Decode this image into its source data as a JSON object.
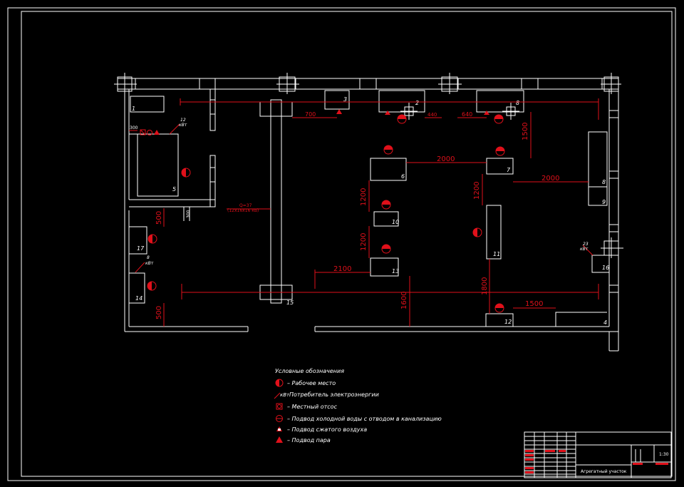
{
  "colors": {
    "background": "#000000",
    "lines": "#ffffff",
    "accent": "#e0101a"
  },
  "equipment_numbers": [
    "1",
    "2",
    "3",
    "4",
    "5",
    "6",
    "7",
    "8",
    "9",
    "10",
    "11",
    "12",
    "13",
    "14",
    "15",
    "16",
    "17"
  ],
  "dimensions": {
    "d700": "700",
    "d440": "440",
    "d640": "640",
    "d1500_top": "1500",
    "d2000_a": "2000",
    "d2000_b": "2000",
    "d1200_a": "1200",
    "d1200_b": "1200",
    "d1200_c": "1200",
    "d2100": "2100",
    "d1600": "1600",
    "d1800": "1800",
    "d1500_bottom": "1500",
    "d500_a": "500",
    "d500_b": "500",
    "d300": "300",
    "d300_b": "300"
  },
  "consumer_labels": {
    "c1_power": "12",
    "c1_unit": "кВт",
    "c2_power": "8",
    "c2_unit": "кВт",
    "c3_power": "23",
    "c3_unit": "кВт"
  },
  "bus": {
    "label_top": "Q=37",
    "label_bottom": "(12х16х16 кВ)"
  },
  "legend": {
    "title": "Условные обозначения",
    "items": [
      {
        "icon": "workplace-icon",
        "text": "– Рабочее место"
      },
      {
        "icon": "power-consumer-icon",
        "text": "Потребитель электроэнергии",
        "sym": "кВт"
      },
      {
        "icon": "local-exhaust-icon",
        "text": "– Местный отсос"
      },
      {
        "icon": "cold-water-icon",
        "text": "– Подвод холодной воды с отводом в канализацию"
      },
      {
        "icon": "compressed-air-icon",
        "text": "– Подвод сжатого воздуха"
      },
      {
        "icon": "steam-icon",
        "text": "– Подвод пара"
      }
    ]
  },
  "title_block": {
    "caption": "Агрегатный участок",
    "scale": "1:30"
  }
}
